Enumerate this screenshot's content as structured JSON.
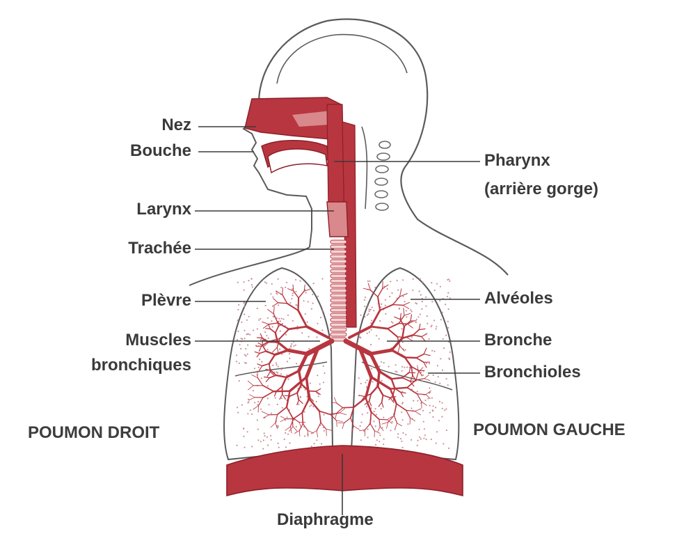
{
  "diagram": {
    "colors": {
      "tissue": "#b8363f",
      "tissue_dark": "#8c1f29",
      "tissue_light": "#d9888c",
      "outline": "#5a5a5a",
      "text": "#3a3a3a"
    },
    "labels": {
      "nez": "Nez",
      "bouche": "Bouche",
      "larynx": "Larynx",
      "trachee": "Trachée",
      "plevre": "Plèvre",
      "muscles_l1": "Muscles",
      "muscles_l2": "bronchiques",
      "pharynx_l1": "Pharynx",
      "pharynx_l2": "(arrière gorge)",
      "alveoles": "Alvéoles",
      "bronche": "Bronche",
      "bronchioles": "Bronchioles",
      "poumon_droit": "POUMON DROIT",
      "poumon_gauche": "POUMON GAUCHE",
      "diaphragme": "Diaphragme"
    }
  }
}
